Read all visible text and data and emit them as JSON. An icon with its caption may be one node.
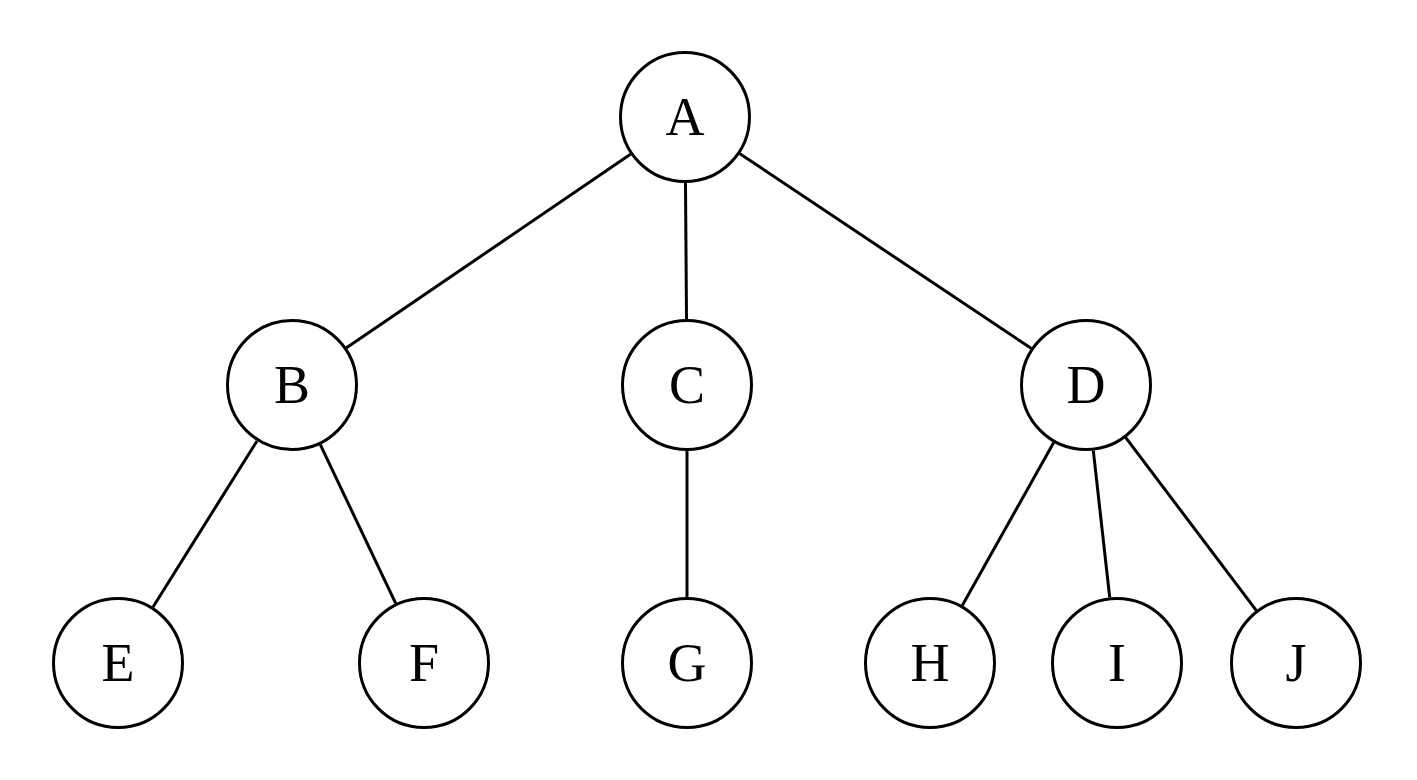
{
  "diagram": {
    "nodes": [
      {
        "text": [
          "A"
        ]
      },
      {
        "text": [
          "B"
        ]
      },
      {
        "text": [
          "C"
        ]
      },
      {
        "text": [
          "D"
        ]
      },
      {
        "text": [
          "E"
        ]
      },
      {
        "text": [
          "F"
        ]
      },
      {
        "text": [
          "G"
        ]
      },
      {
        "text": [
          "H"
        ]
      },
      {
        "text": [
          "I"
        ]
      },
      {
        "text": [
          "J"
        ]
      }
    ],
    "edges": [
      {
        "from": 0,
        "to": 1,
        "arrow": "none"
      },
      {
        "from": 0,
        "to": 2,
        "arrow": "none"
      },
      {
        "from": 0,
        "to": 3,
        "arrow": "none"
      },
      {
        "from": 1,
        "to": 4,
        "arrow": "none"
      },
      {
        "from": 1,
        "to": 5,
        "arrow": "none"
      },
      {
        "from": 2,
        "to": 6,
        "arrow": "none"
      },
      {
        "from": 3,
        "to": 7,
        "arrow": "none"
      },
      {
        "from": 3,
        "to": 8,
        "arrow": "none"
      },
      {
        "from": 3,
        "to": 9,
        "arrow": "none"
      }
    ]
  }
}
